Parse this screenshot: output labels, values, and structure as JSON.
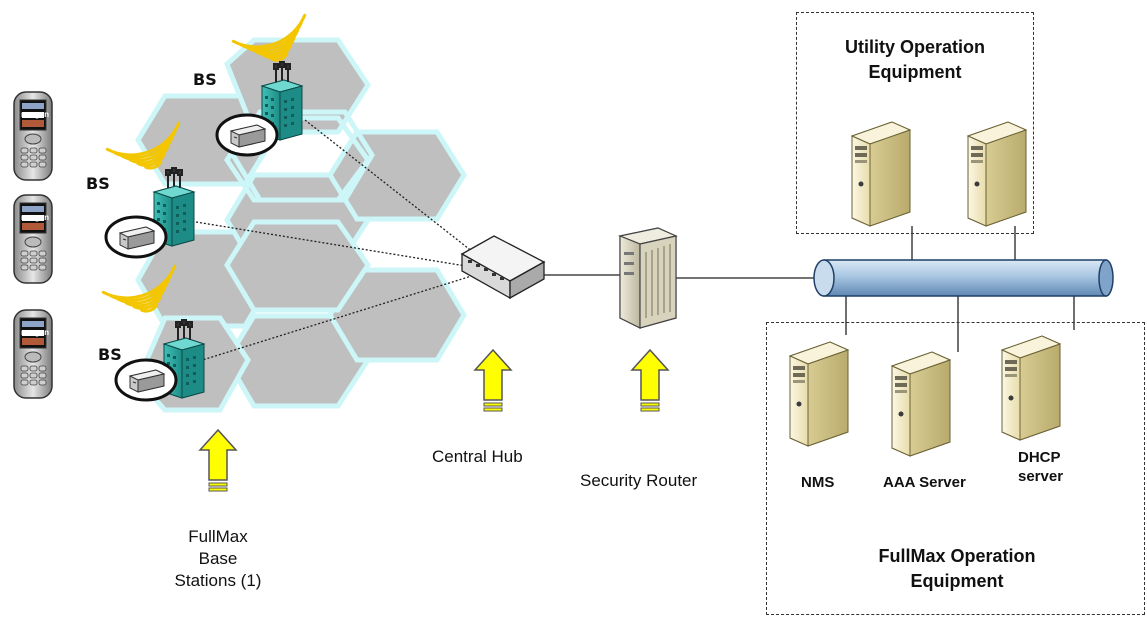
{
  "labels": {
    "bs": "BS",
    "central_hub": "Central Hub",
    "security_router": "Security Router",
    "base_stations_line1": "FullMax",
    "base_stations_line2": "Base",
    "base_stations_line3": "Stations (1)",
    "utility_line1": "Utility Operation",
    "utility_line2": "Equipment",
    "operation_line1": "FullMax Operation",
    "operation_line2": "Equipment",
    "nms": "NMS",
    "aaa_server": "AAA Server",
    "dhcp_line1": "DHCP",
    "dhcp_line2": "server",
    "phone_brand": "nexgen"
  },
  "colors": {
    "hex_fill": "#bfbfbf",
    "hex_stroke": "#ccf6f7",
    "arrow_fill": "#ffff00",
    "signal": "#f3c600",
    "building": "#2aa7a1",
    "server_body": "#f3ecc5",
    "bus_pipe": "#a9c6e2"
  },
  "icons": [
    "mobile-phone-icon",
    "base-station-tower-icon",
    "radio-unit-icon",
    "signal-waves-icon",
    "hub-switch-icon",
    "router-icon",
    "server-icon",
    "up-arrow-icon",
    "network-bus-icon"
  ]
}
